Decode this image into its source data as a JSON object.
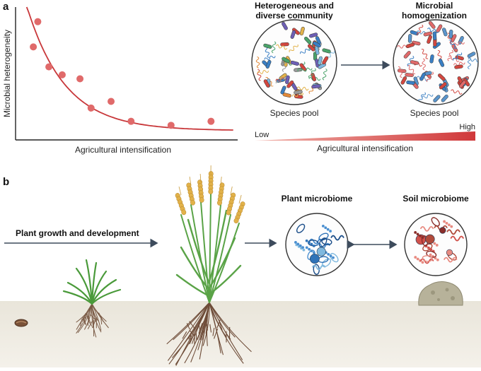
{
  "panel_a": {
    "label": "a",
    "chart_data": {
      "type": "scatter",
      "xlabel": "Agricultural intensification",
      "ylabel": "Microbial heterogeneity",
      "xlim": [
        0,
        10
      ],
      "ylim": [
        0,
        10
      ],
      "grid": false,
      "points": [
        {
          "x": 1.0,
          "y": 8.9
        },
        {
          "x": 0.8,
          "y": 7.0
        },
        {
          "x": 1.5,
          "y": 5.5
        },
        {
          "x": 2.1,
          "y": 4.9
        },
        {
          "x": 2.9,
          "y": 4.6
        },
        {
          "x": 3.4,
          "y": 2.4
        },
        {
          "x": 4.3,
          "y": 2.9
        },
        {
          "x": 5.2,
          "y": 1.4
        },
        {
          "x": 7.0,
          "y": 1.1
        },
        {
          "x": 8.8,
          "y": 1.4
        }
      ],
      "trend": {
        "type": "fit",
        "color": "#c8373a"
      },
      "point_color": "#e06a6a"
    },
    "community_left": {
      "title_line1": "Heterogeneous and",
      "title_line2": "diverse community",
      "caption": "Species pool"
    },
    "community_right": {
      "title_line1": "Microbial",
      "title_line2": "homogenization",
      "caption": "Species pool"
    },
    "gradient": {
      "low": "Low",
      "high": "High",
      "label": "Agricultural intensification",
      "color": "#d0383a"
    }
  },
  "panel_b": {
    "label": "b",
    "growth_label": "Plant growth and development",
    "plant_microbiome": "Plant microbiome",
    "soil_microbiome": "Soil microbiome"
  },
  "colors": {
    "axis": "#222222",
    "arrow": "#3d4b5c",
    "soil": "#e9e5da",
    "grass": "#4a9a3a",
    "wheat_ear": "#e2b24a",
    "root": "#7a5a45",
    "blue_microbe": "#2f73b8",
    "red_microbe": "#d0504a"
  }
}
